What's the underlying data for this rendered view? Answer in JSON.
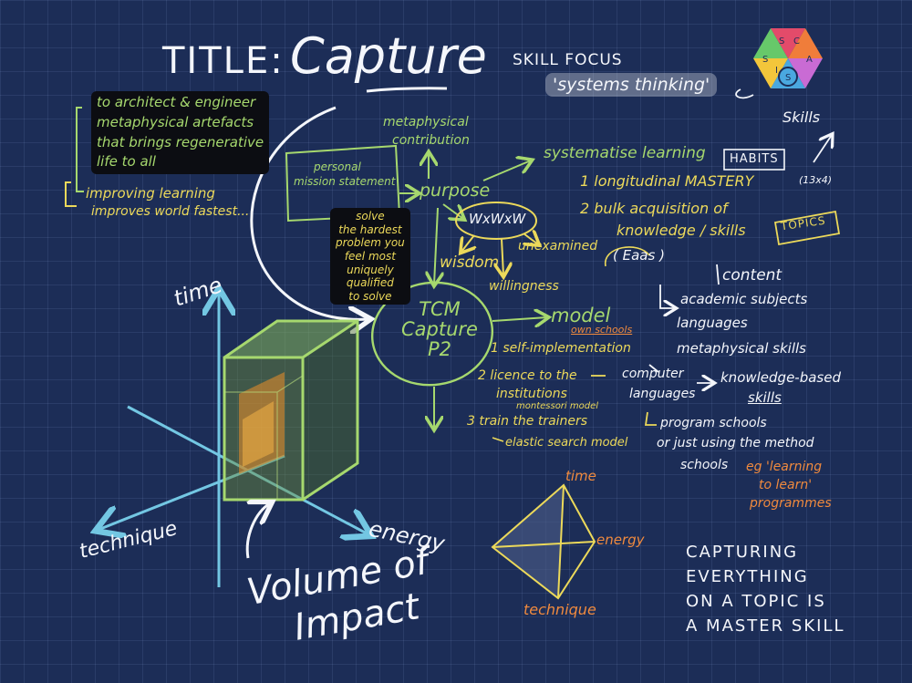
{
  "title": {
    "prefix": "TITLE:",
    "word": "Capture"
  },
  "skill_focus": {
    "label": "SKILL FOCUS",
    "value": "'systems thinking'",
    "skills": "Skills"
  },
  "logo": {
    "letters": [
      "S",
      "C",
      "A",
      "S",
      "I",
      "S"
    ]
  },
  "mission": {
    "lines": [
      "to architect & engineer",
      "metaphysical artefacts",
      "that brings regenerative",
      "life to all"
    ],
    "sub": [
      "improving learning",
      "improves world fastest..."
    ]
  },
  "metaphysical_contribution": [
    "metaphysical",
    "contribution"
  ],
  "personal_statement": [
    "personal",
    "mission statement"
  ],
  "solve_note": [
    "solve",
    "the hardest",
    "problem you",
    "feel most",
    "uniquely",
    "qualified",
    "to solve"
  ],
  "purpose": "purpose",
  "wxwxw": "WxWxW",
  "wisdom": "wisdom",
  "unexamined": "unexamined",
  "willingness": "willingness",
  "center": {
    "line1": "TCM",
    "line2": "Capture",
    "line3": "P2"
  },
  "systematise": "systematise learning",
  "habits": "HABITS",
  "longitudinal": "1 longitudinal MASTERY",
  "count": "(13x4)",
  "bulk": [
    "2 bulk acquisition of",
    "knowledge / skills"
  ],
  "topics": "TOPICS",
  "eaas": "( Eaas )",
  "content": "content",
  "content_items": [
    "academic subjects",
    "languages",
    "metaphysical skills"
  ],
  "computer_languages": [
    "computer",
    "languages"
  ],
  "knowledge_skills": [
    "knowledge-based",
    "skills"
  ],
  "model": "model",
  "own_schools": "own schools",
  "model_items": {
    "self": "1 self-implementation",
    "license": [
      "2 licence to the",
      "institutions"
    ],
    "montessori": "montessori model",
    "train": "3 train the trainers",
    "elastic": "elastic search model"
  },
  "program_schools": [
    "program schools",
    "or just using the method"
  ],
  "schools": "schools",
  "eg_learning": [
    "eg 'learning",
    "to learn'",
    "programmes"
  ],
  "axes": {
    "time": "time",
    "technique": "technique",
    "energy": "energy"
  },
  "volume": [
    "Volume of",
    "Impact"
  ],
  "tetra": {
    "time": "time",
    "energy": "energy",
    "technique": "technique"
  },
  "capturing": [
    "CAPTURING",
    "EVERYTHING",
    "ON A TOPIC IS",
    "A MASTER SKILL"
  ],
  "colors": {
    "background": "#1c2d57",
    "white": "#f4f6fb",
    "green": "#a6d86e",
    "yellow": "#ecd95a",
    "orange": "#f08a3e",
    "axis_blue": "#73c7e3"
  }
}
